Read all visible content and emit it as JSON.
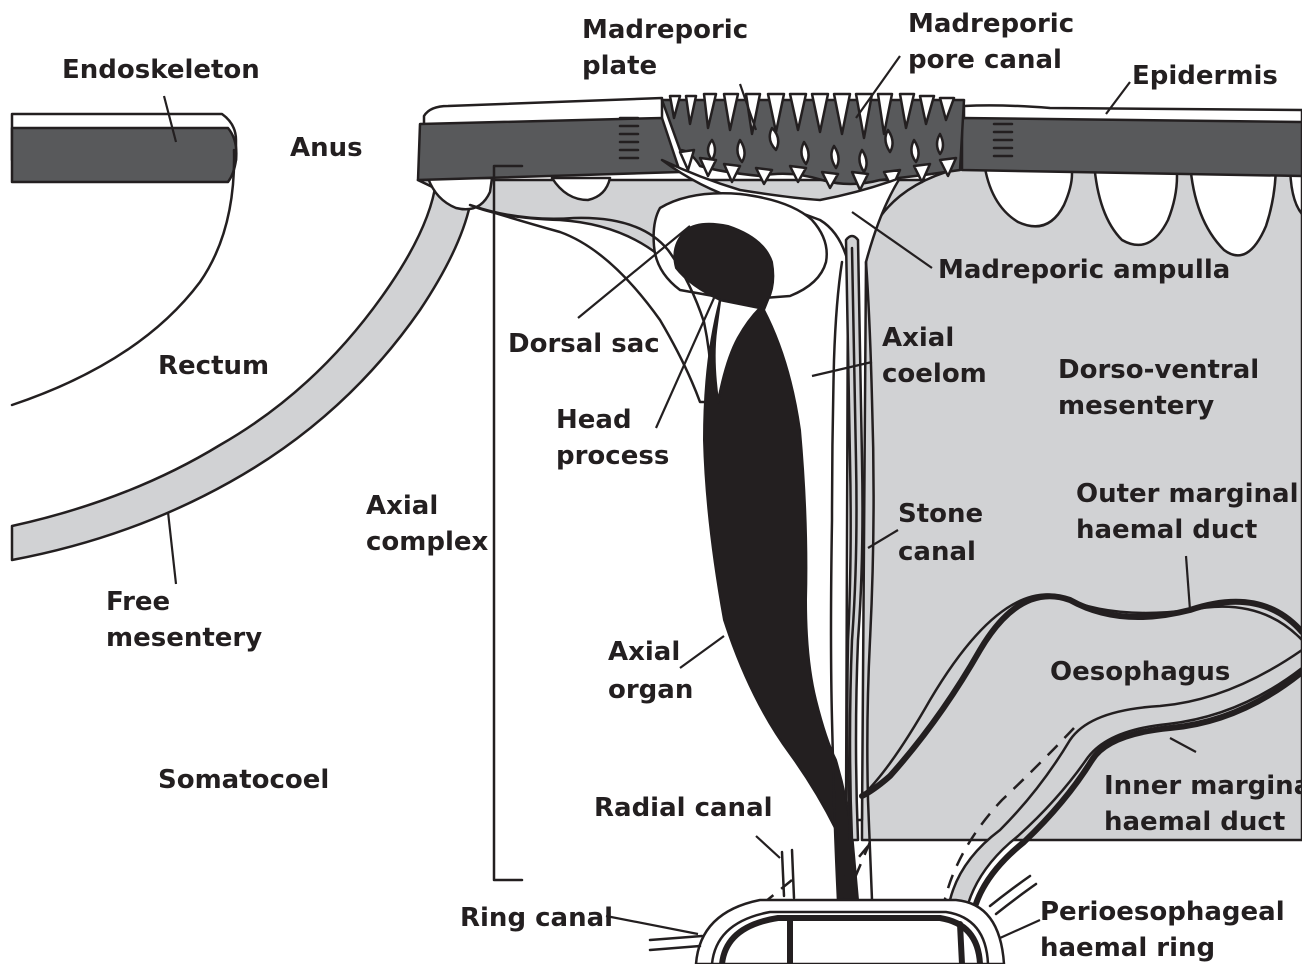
{
  "labels": {
    "endoskeleton": "Endoskeleton",
    "anus": "Anus",
    "madreporic_plate_1": "Madreporic",
    "madreporic_plate_2": "plate",
    "madreporic_pore_canal_1": "Madreporic",
    "madreporic_pore_canal_2": "pore canal",
    "epidermis": "Epidermis",
    "madreporic_ampulla": "Madreporic ampulla",
    "dorsal_sac": "Dorsal sac",
    "rectum": "Rectum",
    "axial_coelom_1": "Axial",
    "axial_coelom_2": "coelom",
    "dorso_ventral_mesentery_1": "Dorso-ventral",
    "dorso_ventral_mesentery_2": "mesentery",
    "head_process_1": "Head",
    "head_process_2": "process",
    "axial_complex_1": "Axial",
    "axial_complex_2": "complex",
    "stone_canal_1": "Stone",
    "stone_canal_2": "canal",
    "outer_marginal_haemal_duct_1": "Outer marginal",
    "outer_marginal_haemal_duct_2": "haemal duct",
    "free_mesentery_1": "Free",
    "free_mesentery_2": "mesentery",
    "axial_organ_1": "Axial",
    "axial_organ_2": "organ",
    "oesophagus": "Oesophagus",
    "somatocoel": "Somatocoel",
    "radial_canal": "Radial canal",
    "inner_marginal_haemal_duct_1": "Inner marginal",
    "inner_marginal_haemal_duct_2": "haemal duct",
    "ring_canal": "Ring canal",
    "perioesophageal_haemal_ring_1": "Perioesophageal",
    "perioesophageal_haemal_ring_2": "haemal ring"
  },
  "colors": {
    "ink": "#231f20",
    "tissue_gray": "#d1d2d4",
    "skeleton_dark": "#58595b",
    "background": "#ffffff"
  }
}
